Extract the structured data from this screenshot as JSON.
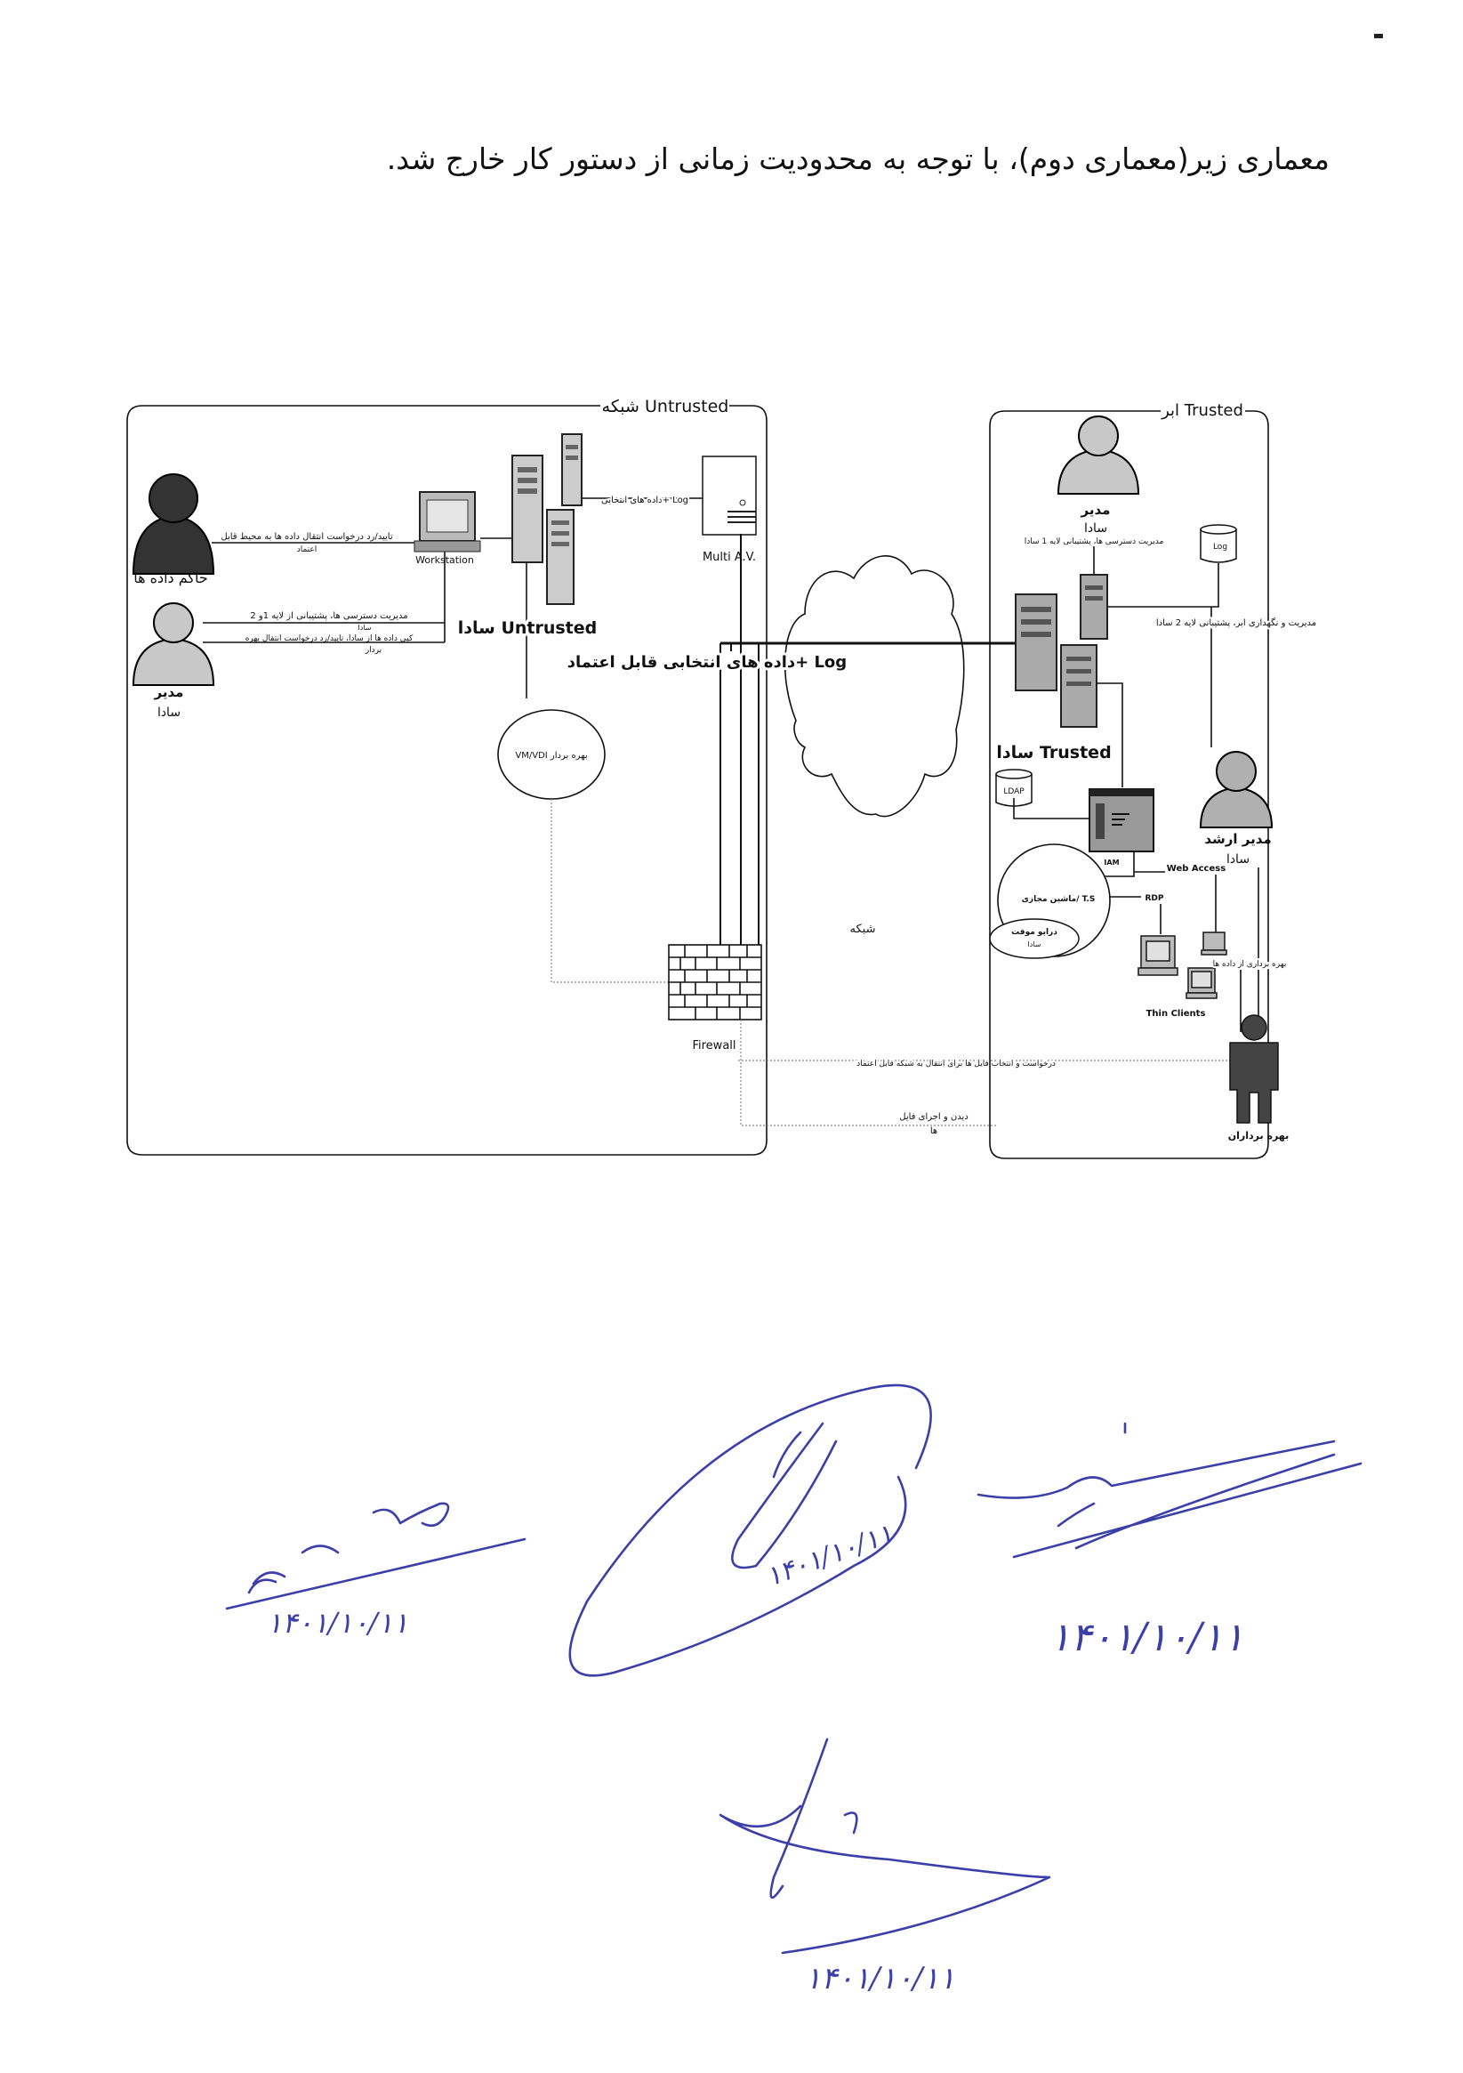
{
  "title": "معماری زیر(معماری دوم)، با توجه به محدودیت زمانی از دستور کار خارج شد.",
  "diagram": {
    "untrusted_zone": {
      "label": "شبکه Untrusted",
      "data_owner": "حاکم داده ها",
      "admin_line1": "مدیر",
      "admin_line2": "سادا",
      "approve_text": "تایید/رد درخواست انتقال داده ها به محیط قابل",
      "approve_text2": "اعتماد",
      "admin_text1": "مدیریت دسترسی ها، پشتیبانی از لایه 1و 2",
      "admin_text1b": "سادا",
      "admin_text2": "کپی داده ها از سادا، تایید/رد درخواست انتقال بهره",
      "admin_text2b": "بردار",
      "workstation": "Workstation",
      "sada_untrusted": "سادا Untrusted",
      "log_selected": "داده های انتخابی+ Log",
      "multi_av": "Multi A.V.",
      "vm_vdi": "VM/VDI بهره بردار",
      "firewall": "Firewall"
    },
    "middle": {
      "trusted_data_log": "داده های انتخابی قابل اعتماد+ Log",
      "network": "شبکه",
      "request_files": "درخواست و انتخاب فایل ها برای انتقال به شبکه قابل اعتماد",
      "view_run_files": "دیدن و اجرای فایل",
      "view_run_files2": "ها"
    },
    "trusted_zone": {
      "label": "ابر Trusted",
      "admin_line1": "مدیر",
      "admin_line2": "سادا",
      "admin_caption": "مدیریت دسترسی ها، پشتیبانی لایه 1 سادا",
      "log": "Log",
      "cloud_mgmt": "مدیریت و نگهداری ابر، پشتیبانی لایه 2 سادا",
      "sada_trusted": "سادا Trusted",
      "ldap": "LDAP",
      "iam": "IAM",
      "senior_admin1": "مدیر ارشد",
      "senior_admin2": "سادا",
      "web_access": "Web Access",
      "vm_ts": "ماشین مجازی/ T.S",
      "temp_drive1": "درایو موقت",
      "temp_drive2": "سادا",
      "rdp": "RDP",
      "data_usage": "بهره برداری از داده ها",
      "thin_clients": "Thin Clients",
      "users": "بهره برداران"
    }
  },
  "signatures": {
    "dates": [
      "۱۴۰۱/۱۰/۱۱",
      "۱۴۰۱/۱۰/۱۱",
      "۱۴۰۱/۱۰/۱۱",
      "۱۴۰۱/۱۰/۱۱"
    ]
  },
  "colors": {
    "ink": "#111111",
    "signature": "#3b3fa8"
  }
}
